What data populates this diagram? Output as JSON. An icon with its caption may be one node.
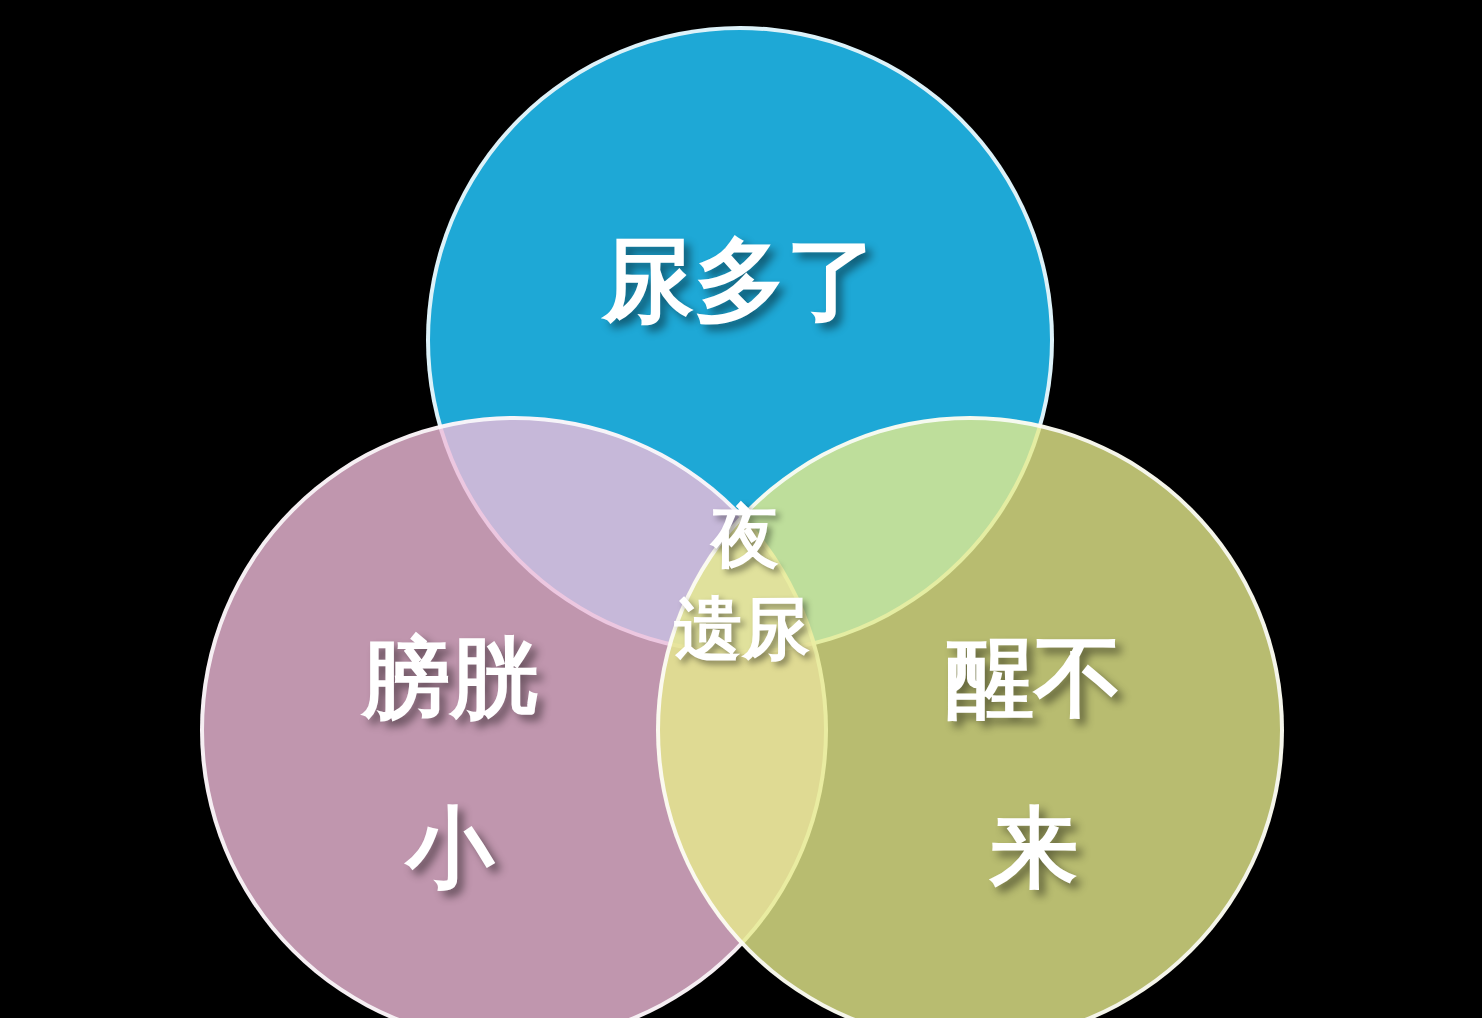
{
  "diagram": {
    "nodes": [
      {
        "text": [
          "尿多了"
        ]
      },
      {
        "text": [
          "膀胱小"
        ]
      },
      {
        "text": [
          "醒不来"
        ]
      }
    ],
    "labels": [
      "夜遗尿"
    ]
  }
}
